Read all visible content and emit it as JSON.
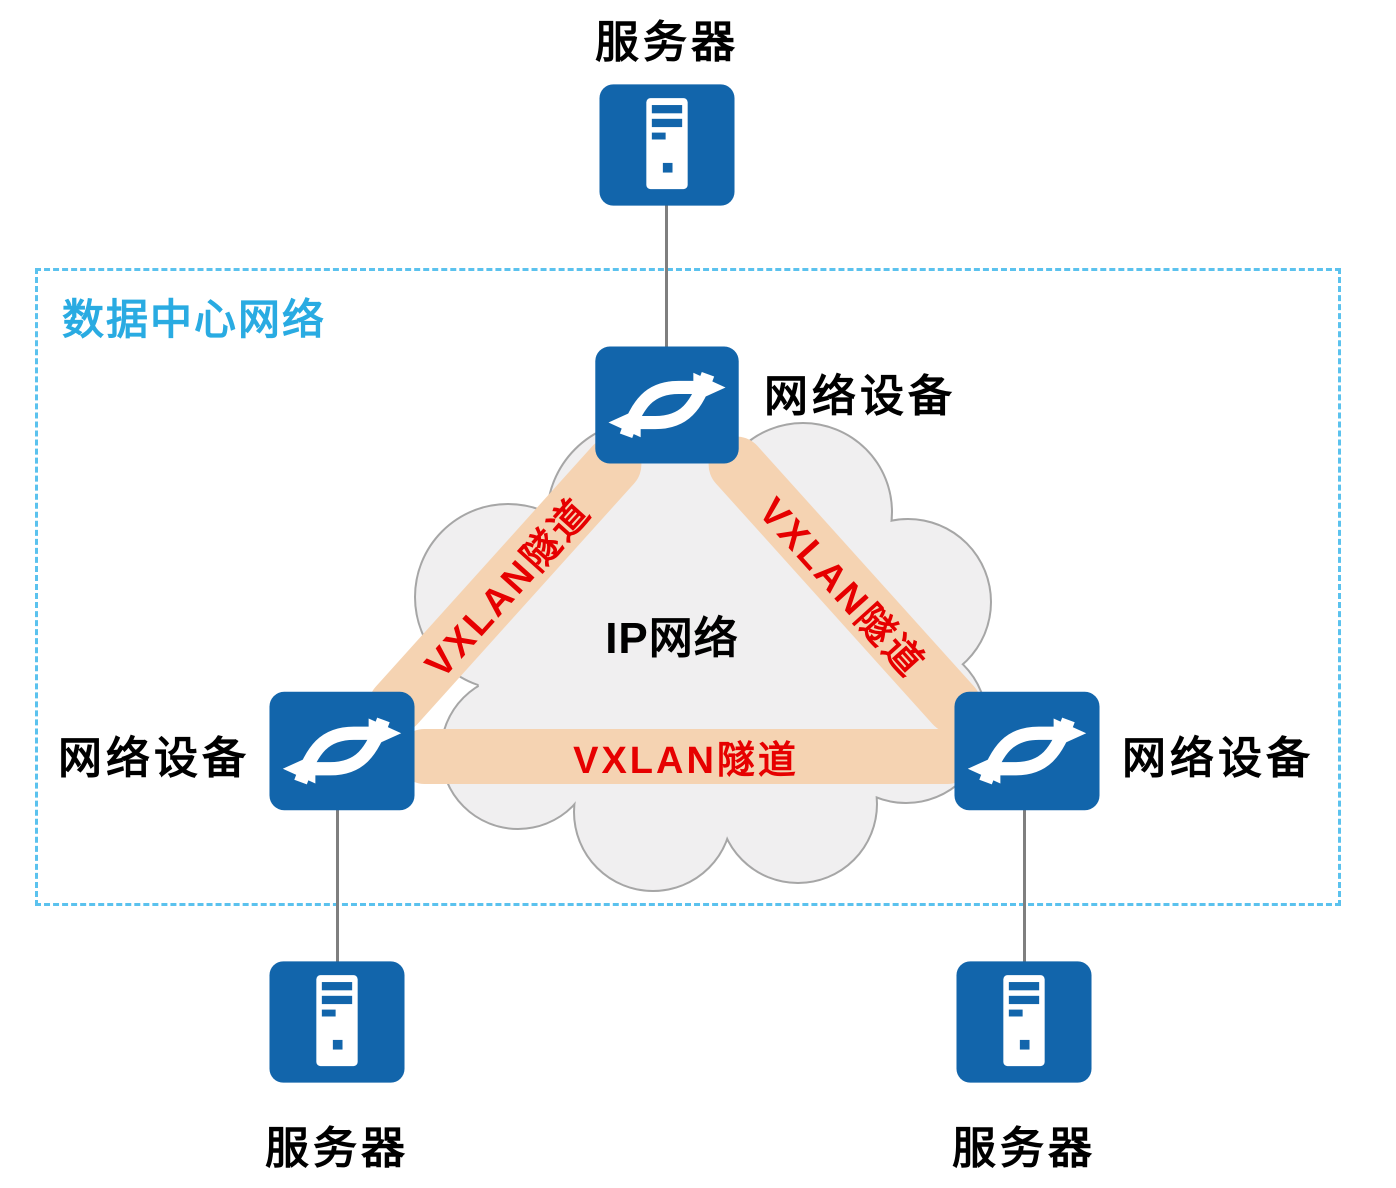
{
  "diagram": {
    "title": "VXLAN tunnel topology",
    "dc_zone": {
      "label": "数据中心网络"
    },
    "cloud": {
      "label": "IP网络"
    },
    "tunnels": [
      {
        "id": "tunnel-top-to-left",
        "label": "VXLAN隧道"
      },
      {
        "id": "tunnel-top-to-right",
        "label": "VXLAN隧道"
      },
      {
        "id": "tunnel-left-to-right",
        "label": "VXLAN隧道"
      }
    ],
    "nodes": {
      "server_top": {
        "type": "server",
        "label": "服务器"
      },
      "switch_top": {
        "type": "switch",
        "label": "网络设备"
      },
      "switch_left": {
        "type": "switch",
        "label": "网络设备"
      },
      "switch_right": {
        "type": "switch",
        "label": "网络设备"
      },
      "server_bottom_left": {
        "type": "server",
        "label": "服务器"
      },
      "server_bottom_right": {
        "type": "server",
        "label": "服务器"
      }
    },
    "colors": {
      "node_blue": "#1265ab",
      "tunnel_fill": "#f5d3b2",
      "tunnel_text": "#e60000",
      "dc_border": "#5bc2ee",
      "dc_label": "#29abe2",
      "cloud_fill": "#f0eff0",
      "cloud_stroke": "#a6a6a6",
      "link_gray": "#7f7f7f"
    }
  }
}
